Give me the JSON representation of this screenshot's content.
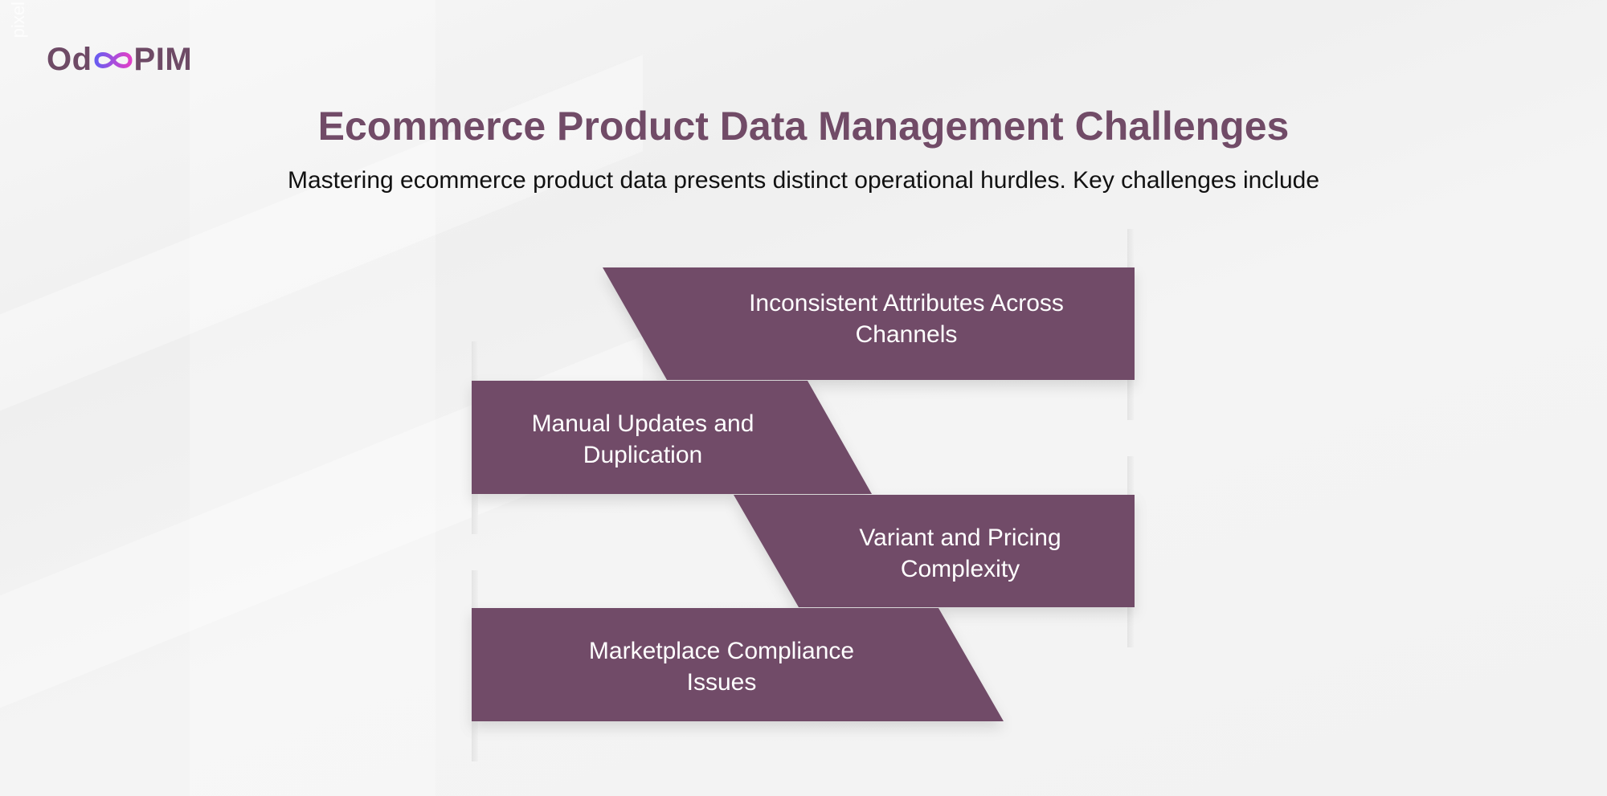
{
  "logo": {
    "text_left": "Od",
    "text_right": "PIM",
    "watermark": "pixel"
  },
  "header": {
    "title": "Ecommerce Product Data Management Challenges",
    "subtitle": "Mastering ecommerce product data presents distinct operational hurdles. Key challenges include"
  },
  "challenges": [
    {
      "line1": "Inconsistent Attributes Across",
      "line2": "Channels"
    },
    {
      "line1": "Manual Updates and",
      "line2": "Duplication"
    },
    {
      "line1": "Variant and Pricing",
      "line2": "Complexity"
    },
    {
      "line1": "Marketplace Compliance",
      "line2": "Issues"
    }
  ],
  "colors": {
    "accent": "#714b67",
    "logo_gradient_start": "#6a5cf0",
    "logo_gradient_end": "#e040c8"
  }
}
